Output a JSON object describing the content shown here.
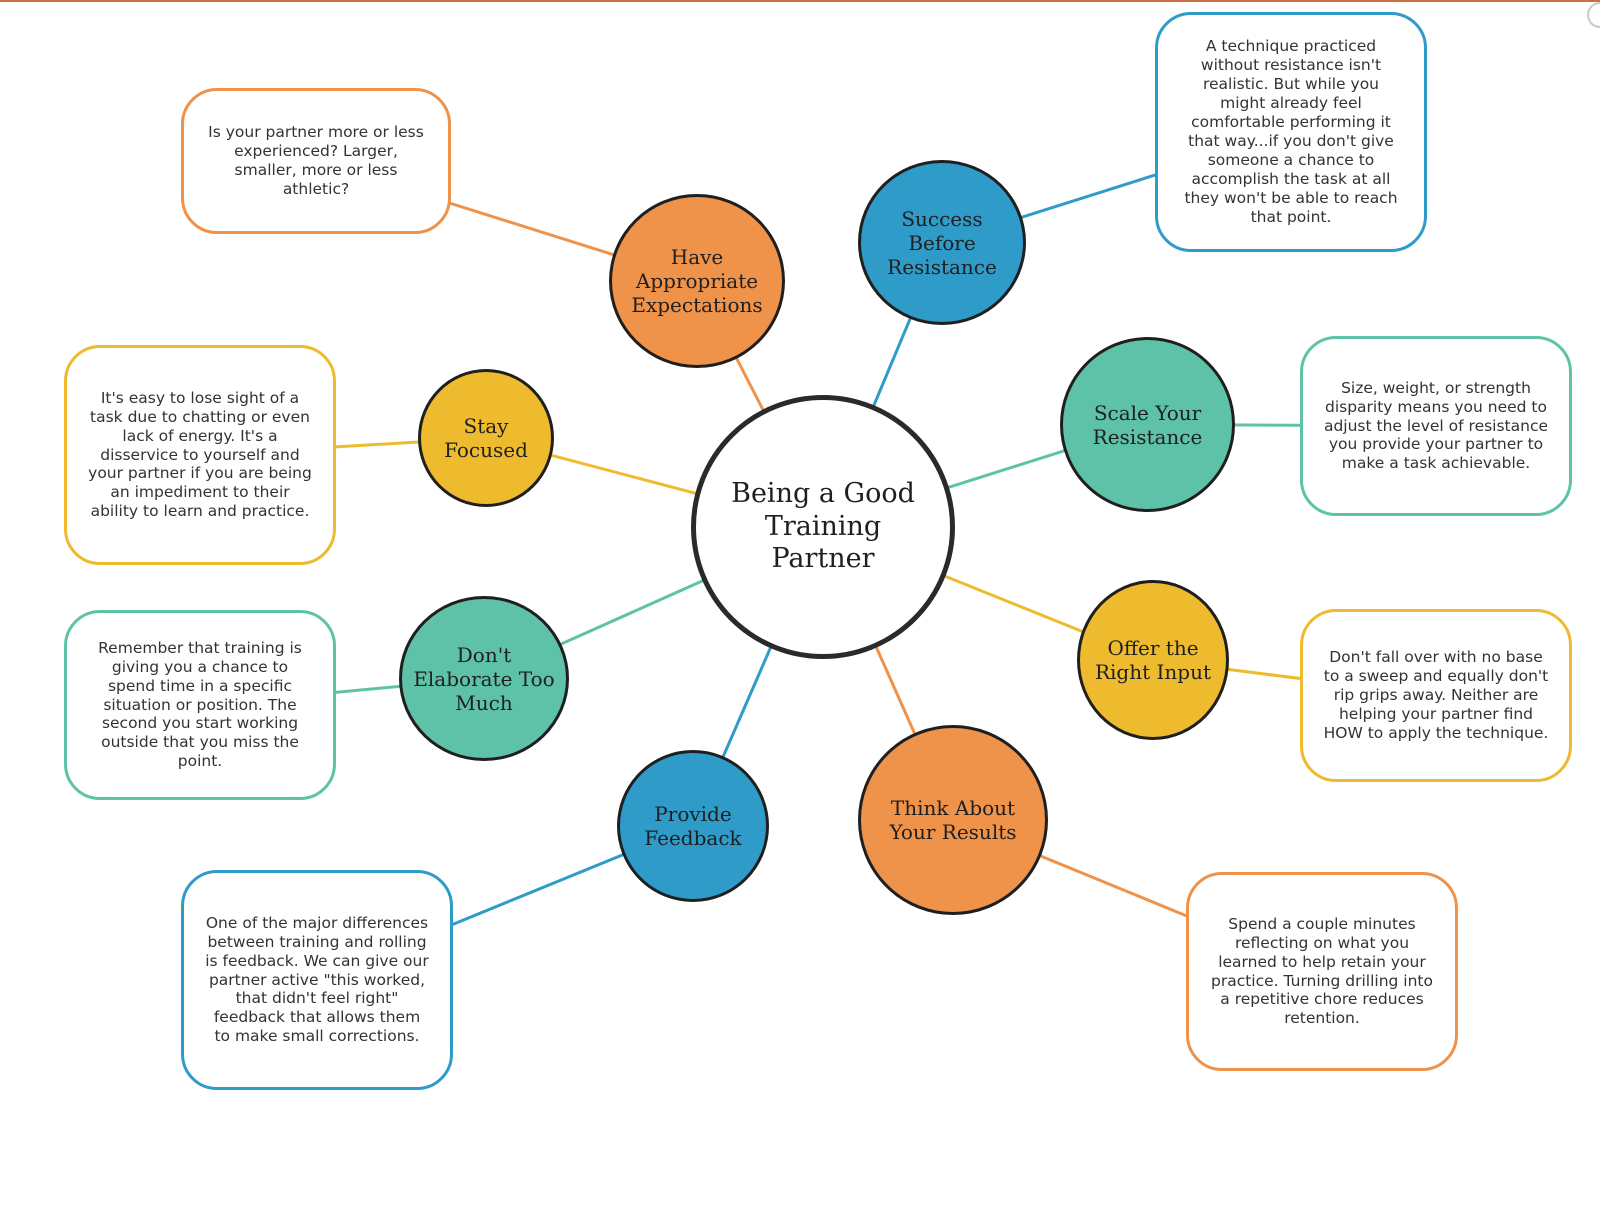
{
  "colors": {
    "orange": "#ef924a",
    "blue": "#2e9bc9",
    "teal": "#5ec2a8",
    "yellow": "#efbb2e",
    "center_fill": "#ffffff"
  },
  "center": {
    "label": "Being a Good Training Partner"
  },
  "topics": [
    {
      "id": "expectations",
      "label": "Have Appropriate Expectations",
      "color": "orange",
      "note": "Is your partner more or less experienced? Larger, smaller, more or less athletic?"
    },
    {
      "id": "success",
      "label": "Success Before Resistance",
      "color": "blue",
      "note": "A technique practiced without resistance isn't realistic. But while you might already feel comfortable performing it that way...if you don't give someone a chance to accomplish the task at all they won't be able to reach that point."
    },
    {
      "id": "scale",
      "label": "Scale Your Resistance",
      "color": "teal",
      "note": "Size, weight, or strength disparity means you need to adjust the level of resistance you provide your partner to make a task achievable."
    },
    {
      "id": "input",
      "label": "Offer the Right Input",
      "color": "yellow",
      "note": "Don't fall over with no base to a sweep and equally don't rip grips away. Neither are helping your partner find HOW to apply the technique."
    },
    {
      "id": "results",
      "label": "Think About Your Results",
      "color": "orange",
      "note": "Spend a couple minutes reflecting on what you learned to help retain your practice. Turning drilling into a repetitive chore reduces retention."
    },
    {
      "id": "feedback",
      "label": "Provide Feedback",
      "color": "blue",
      "note": "One of the major differences between training and rolling is feedback. We can give our partner active \"this worked, that didn't feel right\" feedback that allows them to make small corrections."
    },
    {
      "id": "elaborate",
      "label": "Don't Elaborate Too Much",
      "color": "teal",
      "note": "Remember that training is giving you a chance to spend time in a specific situation or position. The second you start working outside that you miss the point."
    },
    {
      "id": "focused",
      "label": "Stay Focused",
      "color": "yellow",
      "note": "It's easy to lose sight of a task due to chatting or even lack of energy. It's a disservice to yourself and your partner if you are being an impediment to their ability to learn and practice."
    }
  ]
}
